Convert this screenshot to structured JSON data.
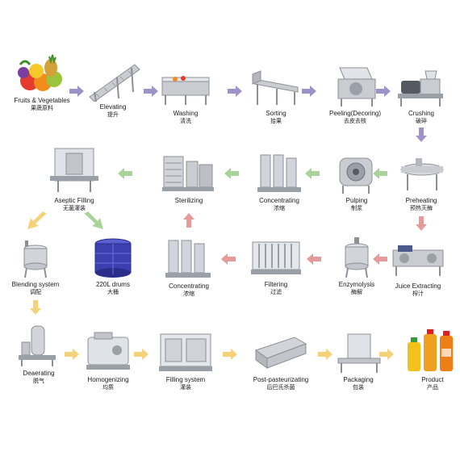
{
  "colors": {
    "purple_arrow": "#9d93c9",
    "green_arrow": "#a8d49a",
    "red_arrow": "#e69a9a",
    "orange_arrow": "#f5d27a",
    "steel": "#c9ccd1",
    "steel_dark": "#8c9096",
    "drum_blue": "#3b3fb0"
  },
  "steps": {
    "fruits": {
      "en": "Fruits & Vegetables",
      "cn": "果蔬原料"
    },
    "elevating": {
      "en": "Elevating",
      "cn": "提升"
    },
    "washing": {
      "en": "Washing",
      "cn": "清洗"
    },
    "sorting": {
      "en": "Sorting",
      "cn": "拾果"
    },
    "peeling": {
      "en": "Peeling(Decoring)",
      "cn": "去皮去核"
    },
    "crushing": {
      "en": "Crushing",
      "cn": "破碎"
    },
    "preheating": {
      "en": "Preheating",
      "cn": "预热灭酶"
    },
    "pulping": {
      "en": "Pulping",
      "cn": "制浆"
    },
    "concentrating1": {
      "en": "Concentrating",
      "cn": "浓缩"
    },
    "sterilizing": {
      "en": "Sterilizing",
      "cn": ""
    },
    "aseptic": {
      "en": "Aseptic Filling",
      "cn": "无菌灌装"
    },
    "blending": {
      "en": "Blending system",
      "cn": "调配"
    },
    "drums": {
      "en": "220L drums",
      "cn": "大桶"
    },
    "concentrating2": {
      "en": "Concentrating",
      "cn": "浓缩"
    },
    "filtering": {
      "en": "Filtering",
      "cn": "过滤"
    },
    "enzymolysis": {
      "en": "Enzymolysis",
      "cn": "酶解"
    },
    "juice": {
      "en": "Juice Extracting",
      "cn": "榨汁"
    },
    "deaerating": {
      "en": "Deaerating",
      "cn": "脱气"
    },
    "homogenizing": {
      "en": "Homogenizing",
      "cn": "均质"
    },
    "filling": {
      "en": "Filling system",
      "cn": "灌装"
    },
    "post": {
      "en": "Post-pasteurizating",
      "cn": "后巴氏杀菌"
    },
    "packaging": {
      "en": "Packaging",
      "cn": "包装"
    },
    "product": {
      "en": "Product",
      "cn": "产品"
    }
  }
}
